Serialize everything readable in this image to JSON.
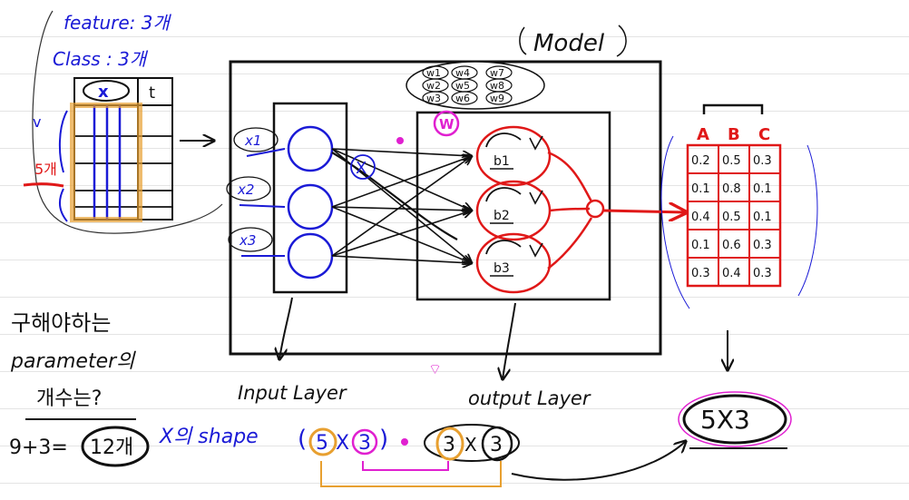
{
  "title": "Model",
  "notes": {
    "feature": "feature: 3개",
    "class": "Class : 3개",
    "count_5": "5개",
    "x_header": "x",
    "t_header": "t",
    "v_mark": "v",
    "params_1": "구해야하는",
    "params_2": "parameter의",
    "params_3": "개수는?",
    "params_4": "9+3=",
    "params_answer": "12개"
  },
  "input_layer": {
    "label": "Input Layer",
    "nodes": [
      "x1",
      "x2",
      "x3"
    ]
  },
  "output_layer": {
    "label": "output Layer",
    "biases": [
      "b1",
      "b2",
      "b3"
    ]
  },
  "weights": {
    "symbol": "W",
    "items": [
      "w1",
      "w4",
      "w7",
      "w2",
      "w5",
      "w8",
      "w3",
      "w6",
      "w9"
    ]
  },
  "cross_mark": "X",
  "output_table": {
    "headers": [
      "A",
      "B",
      "C"
    ],
    "rows": [
      [
        "0.2",
        "0.5",
        "0.3"
      ],
      [
        "0.1",
        "0.8",
        "0.1"
      ],
      [
        "0.4",
        "0.5",
        "0.1"
      ],
      [
        "0.1",
        "0.6",
        "0.3"
      ],
      [
        "0.3",
        "0.4",
        "0.3"
      ]
    ]
  },
  "shape_eq": {
    "prefix": "X의 shape",
    "x_shape": [
      "5",
      "3"
    ],
    "w_shape": [
      "3",
      "3"
    ],
    "result": "5X3"
  },
  "colors": {
    "ink_black": "#111111",
    "ink_blue": "#1a1ad6",
    "ink_red": "#e01818",
    "ink_orange": "#e8a030",
    "ink_magenta": "#e020d0"
  }
}
